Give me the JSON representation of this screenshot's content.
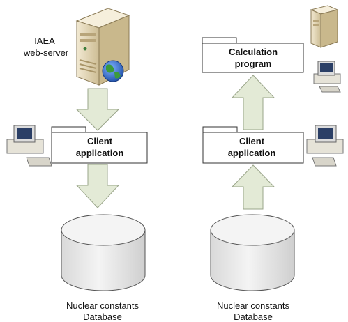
{
  "server": {
    "label_line1": "IAEA",
    "label_line2": "web-server"
  },
  "left_client": {
    "line1": "Client",
    "line2": "application"
  },
  "right_client": {
    "line1": "Client",
    "line2": "application"
  },
  "calc_program": {
    "line1": "Calculation",
    "line2": "program"
  },
  "left_db": {
    "line1": "Nuclear constants",
    "line2": "Database"
  },
  "right_db": {
    "line1": "Nuclear constants",
    "line2": "Database"
  },
  "colors": {
    "arrow_fill": "#e3ead6",
    "arrow_stroke": "#9aa58a",
    "box_stroke": "#333333",
    "db_top": "#f3f3f3",
    "db_body": "#e6e6e6",
    "server_body": "#e8dcc0",
    "globe_blue": "#2f6fd0",
    "globe_green": "#3c9a3c"
  }
}
